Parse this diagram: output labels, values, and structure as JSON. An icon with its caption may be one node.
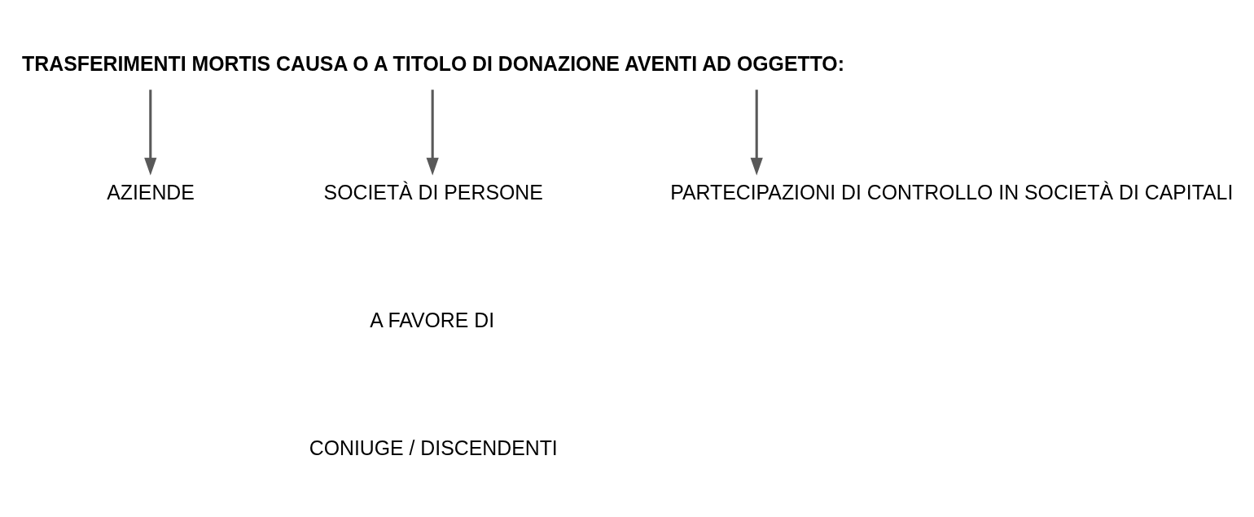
{
  "diagram": {
    "nodes": [
      {
        "text": [
          "TRASFERIMENTI MORTIS CAUSA O A TITOLO DI DONAZIONE AVENTI AD OGGETTO:"
        ]
      },
      {
        "text": [
          "AZIENDE"
        ]
      },
      {
        "text": [
          "SOCIETÀ DI PERSONE"
        ]
      },
      {
        "text": [
          "PARTECIPAZIONI DI CONTROLLO IN SOCIETÀ DI CAPITALI"
        ]
      }
    ],
    "edges": [
      {
        "from": 0,
        "to": 1,
        "arrow": "to"
      },
      {
        "from": 0,
        "to": 2,
        "arrow": "to"
      },
      {
        "from": 0,
        "to": 3,
        "arrow": "to"
      }
    ],
    "labels": [
      "A FAVORE DI",
      "CONIUGE / DISCENDENTI"
    ]
  }
}
